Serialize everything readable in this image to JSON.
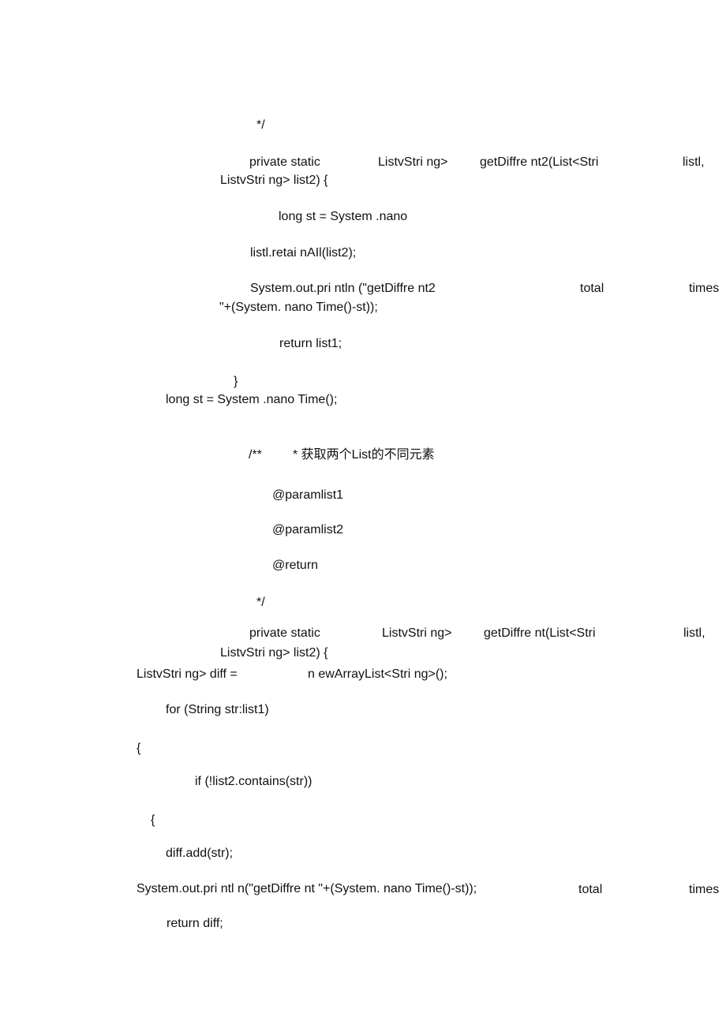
{
  "lines": {
    "l01": "*/",
    "l02a": "private static",
    "l02b": "ListvStri ng>",
    "l02c": "getDiffre nt2(List<Stri",
    "l02d": "listl,",
    "l03": "ListvStri ng> list2) {",
    "l04": "long st = System .nano",
    "l05": "listl.retai nAIl(list2);",
    "l06a": "System.out.pri ntln (\"getDiffre nt2",
    "l06b": "total",
    "l06c": "times",
    "l07": "\"+(System. nano Time()-st));",
    "l08": "return list1;",
    "l09": "}",
    "l10": "long st = System .nano Time();",
    "l11a": "/**",
    "l11b": "* 获取两个List的不同元素",
    "l12": "@paramlist1",
    "l13": "@paramlist2",
    "l14": "@return",
    "l15": "*/",
    "l16a": "private static",
    "l16b": "ListvStri ng>",
    "l16c": "getDiffre nt(List<Stri",
    "l16d": "listl,",
    "l17": "ListvStri ng> list2) {",
    "l18a": "ListvStri ng> diff =",
    "l18b": "n ewArrayList<Stri ng>();",
    "l19": "for (String str:list1)",
    "l20": "{",
    "l21": "if (!list2.contains(str))",
    "l22": "{",
    "l23": "diff.add(str);",
    "l24a": "System.out.pri ntl n(\"getDiffre nt \"+(System. nano Time()-st));",
    "l24b": "total",
    "l24c": "times",
    "l25": "return diff;"
  }
}
